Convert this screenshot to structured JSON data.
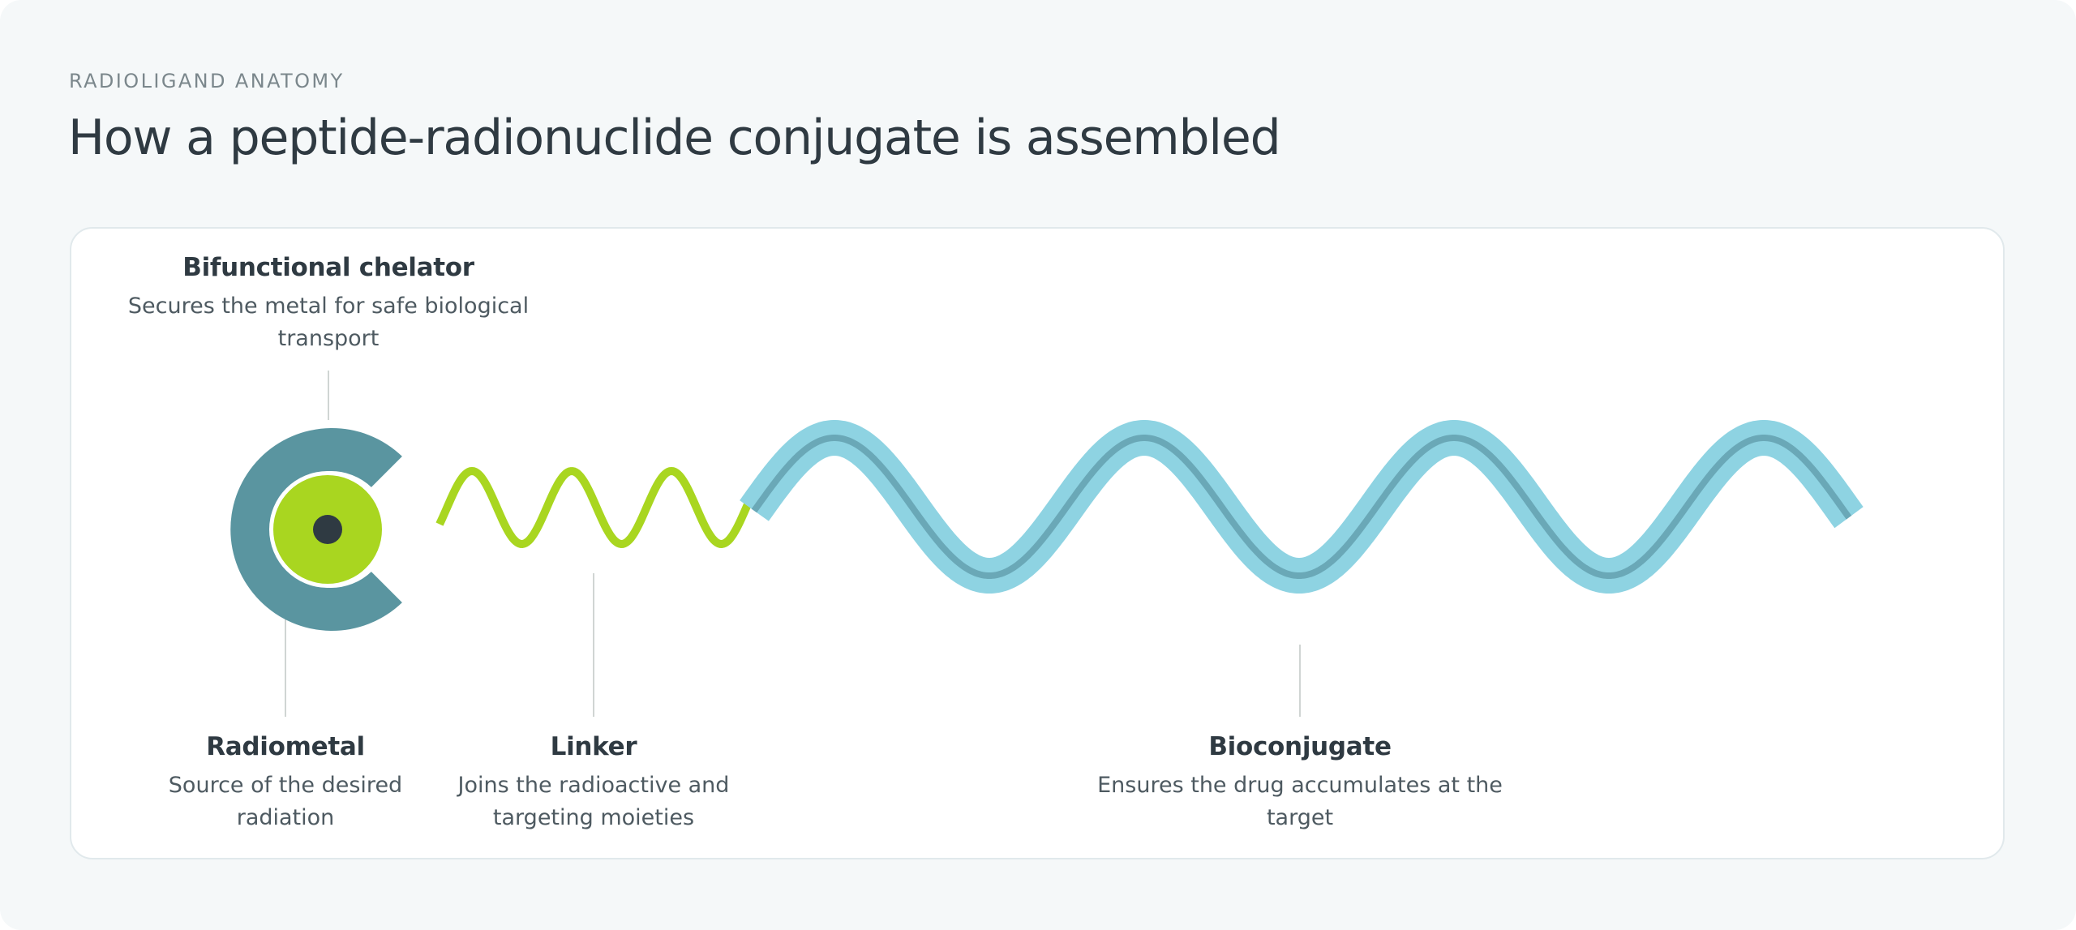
{
  "header": {
    "eyebrow": "RADIOLIGAND ANATOMY",
    "title": "How a peptide-radionuclide conjugate is assembled"
  },
  "colors": {
    "chelator": "#5a95a0",
    "radiometal": "#a9d620",
    "core": "#2f3a42",
    "linker": "#a9d620",
    "bioconjugate": "#8ed3e2",
    "bioconjugate_core": "#6aa8b7",
    "leader": "#d0d5d3"
  },
  "components": {
    "chelator": {
      "name": "Bifunctional chelator",
      "desc": "Secures the metal for safe biological transport"
    },
    "radiometal": {
      "name": "Radiometal",
      "desc": "Source of the desired radiation"
    },
    "linker": {
      "name": "Linker",
      "desc": "Joins the radioactive and targeting moieties"
    },
    "bioconjugate": {
      "name": "Bioconjugate",
      "desc": "Ensures the drug accumulates at the target"
    }
  }
}
